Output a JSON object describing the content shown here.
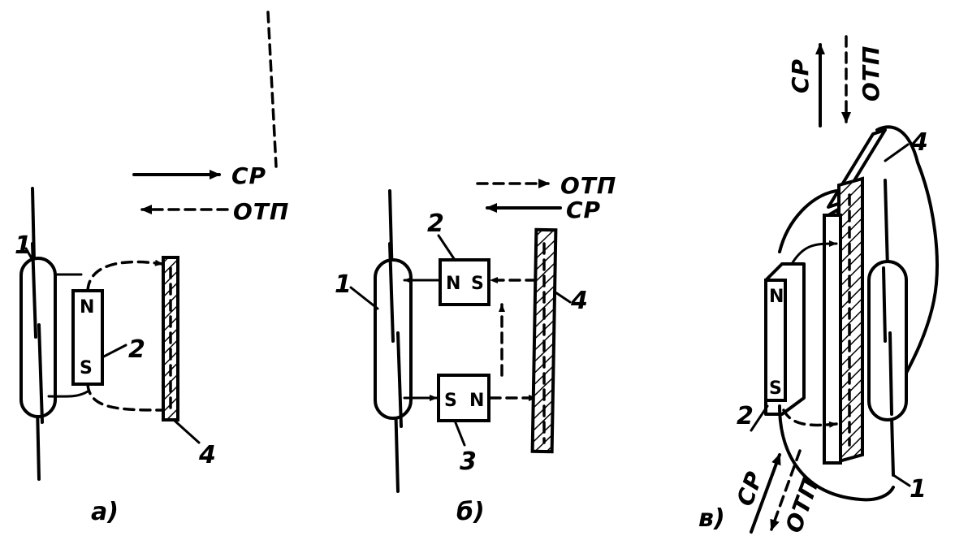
{
  "figures": {
    "a": {
      "caption": "a)",
      "labels": {
        "reed": "1",
        "magnet": "2",
        "plate": "4"
      },
      "poles": {
        "top": "N",
        "bottom": "S"
      },
      "legend": {
        "solid": "СР",
        "dashed": "ОТП"
      }
    },
    "b": {
      "caption": "б)",
      "labels": {
        "reed": "1",
        "magnet_top": "2",
        "magnet_bottom": "3",
        "plate": "4"
      },
      "poles": {
        "top_left": "N",
        "top_right": "S",
        "bottom_left": "S",
        "bottom_right": "N"
      },
      "legend": {
        "dashed": "ОТП",
        "solid": "СР"
      }
    },
    "c": {
      "caption": "в)",
      "labels": {
        "reed": "1",
        "magnet": "2",
        "plate": "4"
      },
      "poles": {
        "top": "N",
        "bottom": "S"
      },
      "legend_top": {
        "solid": "СР",
        "dashed": "ОТП"
      },
      "legend_bottom": {
        "solid": "СР",
        "dashed": "ОТП"
      }
    }
  }
}
